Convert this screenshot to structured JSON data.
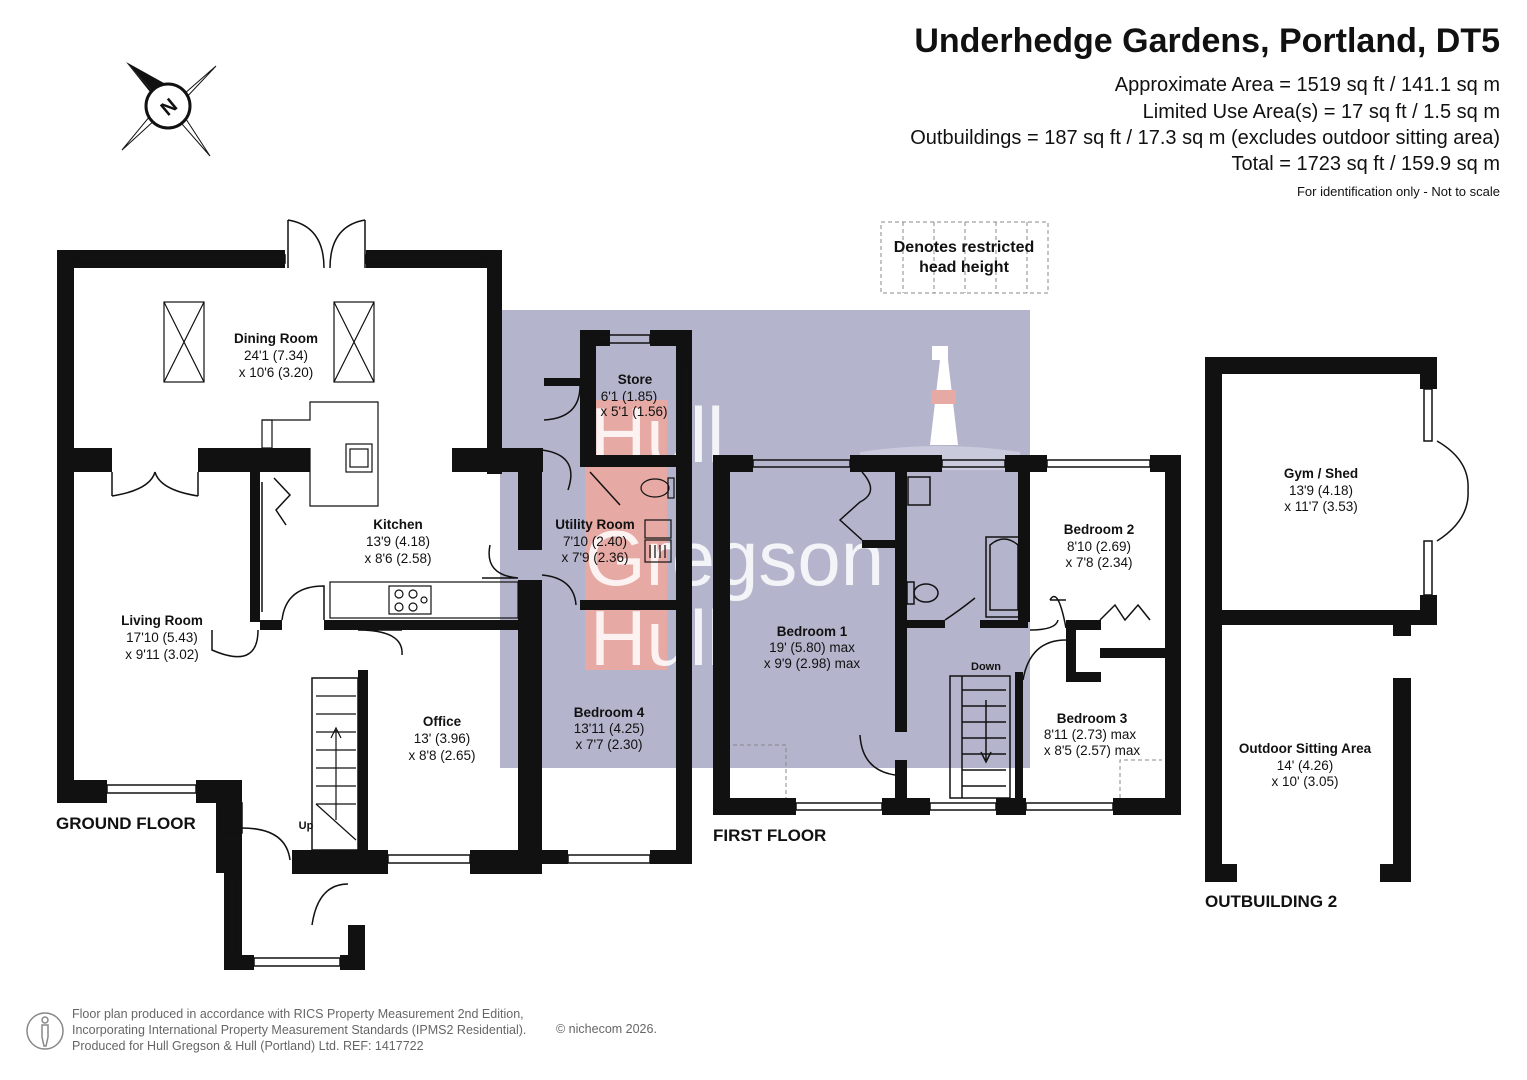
{
  "header": {
    "title": "Underhedge Gardens, Portland, DT5",
    "approx_area": "Approximate Area = 1519 sq ft / 141.1 sq m",
    "limited_use": "Limited Use Area(s) = 17 sq ft / 1.5 sq m",
    "outbuildings": "Outbuildings = 187 sq ft / 17.3 sq m (excludes outdoor sitting area)",
    "total": "Total = 1723 sq ft / 159.9 sq m",
    "disclaimer": "For identification only - Not to scale"
  },
  "legend": {
    "line1": "Denotes restricted",
    "line2": "head height"
  },
  "compass": {
    "letter": "N"
  },
  "watermark": {
    "line1": "Hull",
    "line2": "Gregson",
    "line3": "Hull"
  },
  "floors": {
    "ground": "GROUND FLOOR",
    "first": "FIRST FLOOR",
    "outbuilding": "OUTBUILDING 2"
  },
  "rooms": {
    "dining": {
      "name": "Dining Room",
      "d1": "24'1 (7.34)",
      "d2": "x 10'6 (3.20)"
    },
    "kitchen": {
      "name": "Kitchen",
      "d1": "13'9 (4.18)",
      "d2": "x 8'6 (2.58)"
    },
    "living": {
      "name": "Living Room",
      "d1": "17'10 (5.43)",
      "d2": "x 9'11 (3.02)"
    },
    "office": {
      "name": "Office",
      "d1": "13' (3.96)",
      "d2": "x 8'8 (2.65)"
    },
    "store": {
      "name": "Store",
      "d1": "6'1 (1.85)",
      "d2": "x 5'1 (1.56)"
    },
    "utility": {
      "name": "Utility Room",
      "d1": "7'10 (2.40)",
      "d2": "x 7'9 (2.36)"
    },
    "bed4": {
      "name": "Bedroom 4",
      "d1": "13'11 (4.25)",
      "d2": "x 7'7 (2.30)"
    },
    "bed1": {
      "name": "Bedroom 1",
      "d1": "19' (5.80) max",
      "d2": "x 9'9 (2.98) max"
    },
    "bed2": {
      "name": "Bedroom 2",
      "d1": "8'10 (2.69)",
      "d2": "x 7'8 (2.34)"
    },
    "bed3": {
      "name": "Bedroom 3",
      "d1": "8'11 (2.73) max",
      "d2": "x 8'5 (2.57) max"
    },
    "gym": {
      "name": "Gym / Shed",
      "d1": "13'9 (4.18)",
      "d2": "x 11'7 (3.53)"
    },
    "outdoor": {
      "name": "Outdoor Sitting Area",
      "d1": "14' (4.26)",
      "d2": "x 10' (3.05)"
    }
  },
  "stairs": {
    "up": "Up",
    "down": "Down"
  },
  "footer": {
    "line1": "Floor plan produced in accordance with RICS Property Measurement 2nd Edition,",
    "line2": "Incorporating International Property Measurement Standards (IPMS2 Residential).",
    "line3": "Produced for Hull Gregson & Hull (Portland) Ltd.   REF: 1417722",
    "copyright": "© nichecom 2026."
  },
  "colors": {
    "wall": "#111111",
    "watermark_bg": "#b4b5cc",
    "watermark_red": "#e6a9a4",
    "watermark_text": "#ffffff",
    "legend_border": "#888888"
  },
  "icons": [
    "compass-icon",
    "lighthouse-icon",
    "hob-icon",
    "sink-icon",
    "toilet-icon",
    "bath-icon",
    "person-icon"
  ]
}
